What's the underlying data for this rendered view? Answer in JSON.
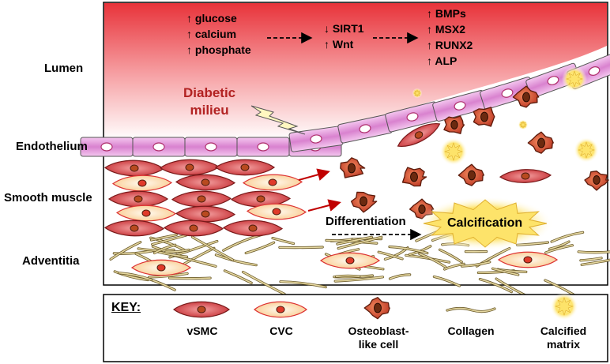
{
  "layers": {
    "lumen": "Lumen",
    "endothelium": "Endothelium",
    "smooth_muscle": "Smooth muscle",
    "adventitia": "Adventitia"
  },
  "stimulus": {
    "line1": "Diabetic",
    "line2": "milieu"
  },
  "signals": {
    "group1": [
      "↑ glucose",
      "↑ calcium",
      "↑ phosphate"
    ],
    "group2": [
      "↓ SIRT1",
      "↑ Wnt"
    ],
    "group3": [
      "↑ BMPs",
      "↑ MSX2",
      "↑ RUNX2",
      "↑ ALP"
    ]
  },
  "process": {
    "differentiation": "Differentiation",
    "calcification": "Calcification"
  },
  "key": {
    "title": "KEY:",
    "items": [
      {
        "label": "vSMC"
      },
      {
        "label": "CVC"
      },
      {
        "label": "Osteoblast-like cell"
      },
      {
        "label": "Collagen"
      },
      {
        "label": "Calcified matrix"
      }
    ]
  },
  "colors": {
    "lumen_top": "#e8333a",
    "lumen_bottom": "#ffffff",
    "stimulus_text": "#b22222",
    "endothelial_cell": "#e79ee0",
    "vsmc": "#d9363a",
    "cvc": "#fdd9a0",
    "osteoblast": "#c8452a",
    "collagen": "#c8b470",
    "calcified": "#ffe47a",
    "arrow_red": "#c00000"
  }
}
